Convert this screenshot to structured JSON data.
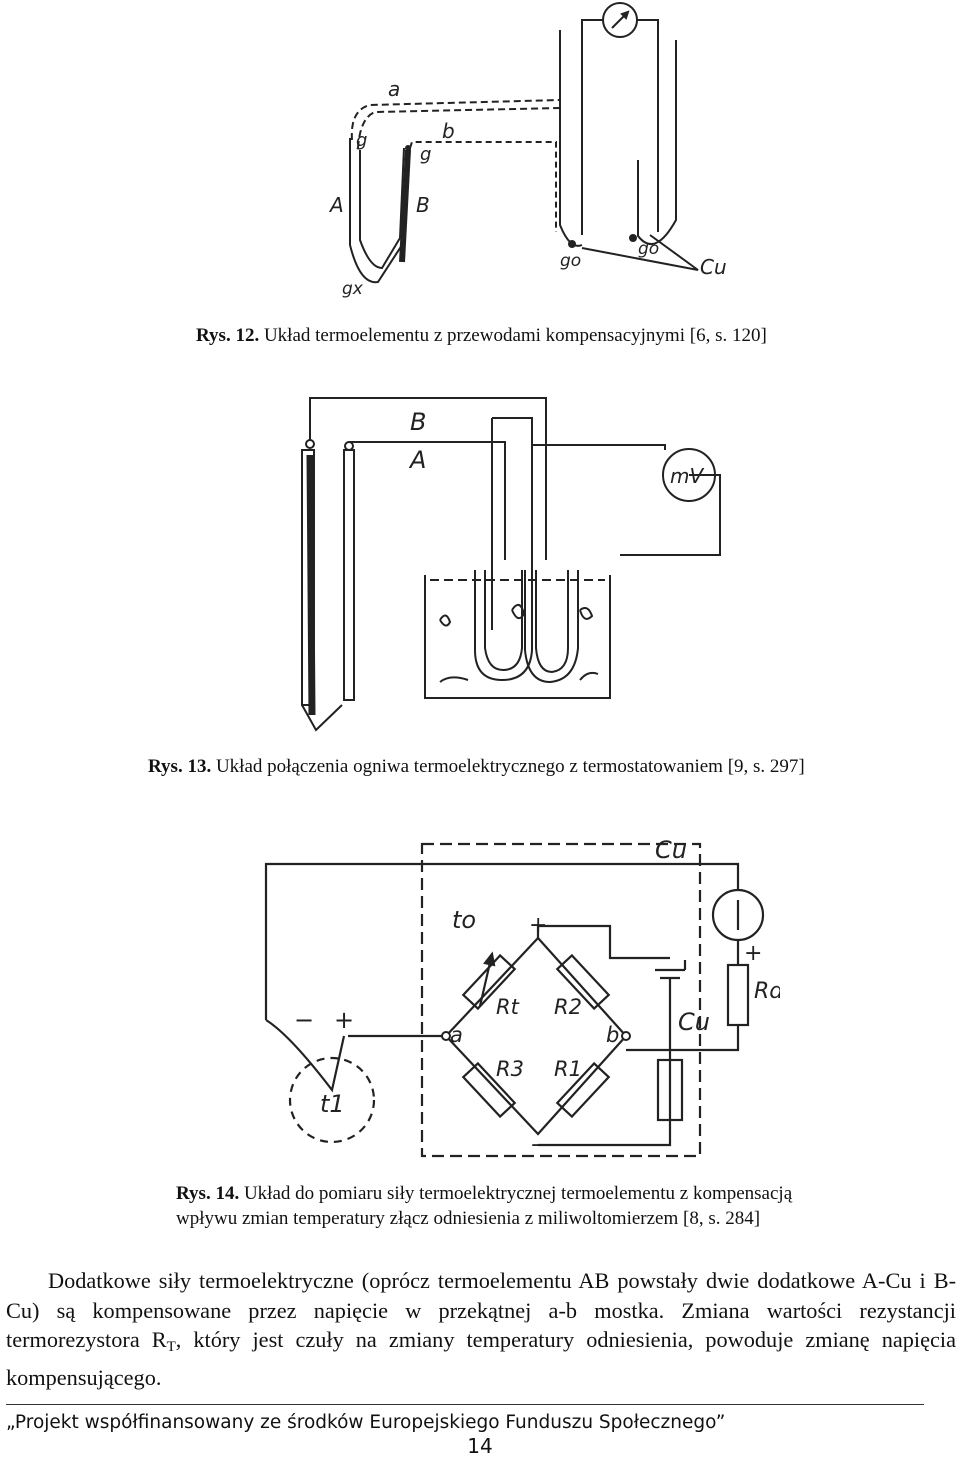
{
  "figures": [
    {
      "caption_number": "Rys. 12.",
      "caption_text": "Układ termoelementu z przewodami kompensacyjnymi [6, s. 120]",
      "labels": {
        "a": "a",
        "b": "b",
        "A": "A",
        "B": "B",
        "g1": "g",
        "g2": "g",
        "gx": "gx",
        "go": "go",
        "go2": "go",
        "cu": "Cu"
      }
    },
    {
      "caption_number": "Rys. 13.",
      "caption_text": "Układ połączenia ogniwa termoelektrycznego z termostatowaniem [9, s. 297]",
      "labels": {
        "B": "B",
        "A": "A",
        "mv": "mV"
      }
    },
    {
      "caption_number": "Rys. 14.",
      "caption_line1": "Układ do pomiaru siły termoelektrycznej termoelementu z kompensacją",
      "caption_line2": "wpływu zmian temperatury złącz odniesienia z miliwoltomierzem [8, s. 284]",
      "labels": {
        "cu_top": "Cu",
        "cu_right": "Cu",
        "t0": "to",
        "t1": "t1",
        "Rt": "Rt",
        "R2": "R2",
        "R3": "R3",
        "R1": "R1",
        "Rd": "Rd",
        "a": "a",
        "b": "b",
        "plus_top": "+",
        "minus_bottom": "−",
        "minus_left": "−",
        "plus_left": "+",
        "plus_rd": "+"
      }
    }
  ],
  "paragraph": {
    "part1": "Dodatkowe siły termoelektryczne (oprócz termoelementu AB powstały dwie dodatkowe A-Cu i B-Cu) są kompensowane przez napięcie w przekątnej a-b mostka. Zmiana wartości rezystancji termorezystora R",
    "subscript": "T",
    "part2": ", który jest czuły na zmiany temperatury odniesienia, powoduje zmianę napięcia kompensującego."
  },
  "footer": "„Projekt współfinansowany ze środków Europejskiego Funduszu Społecznego”",
  "page_number": "14"
}
